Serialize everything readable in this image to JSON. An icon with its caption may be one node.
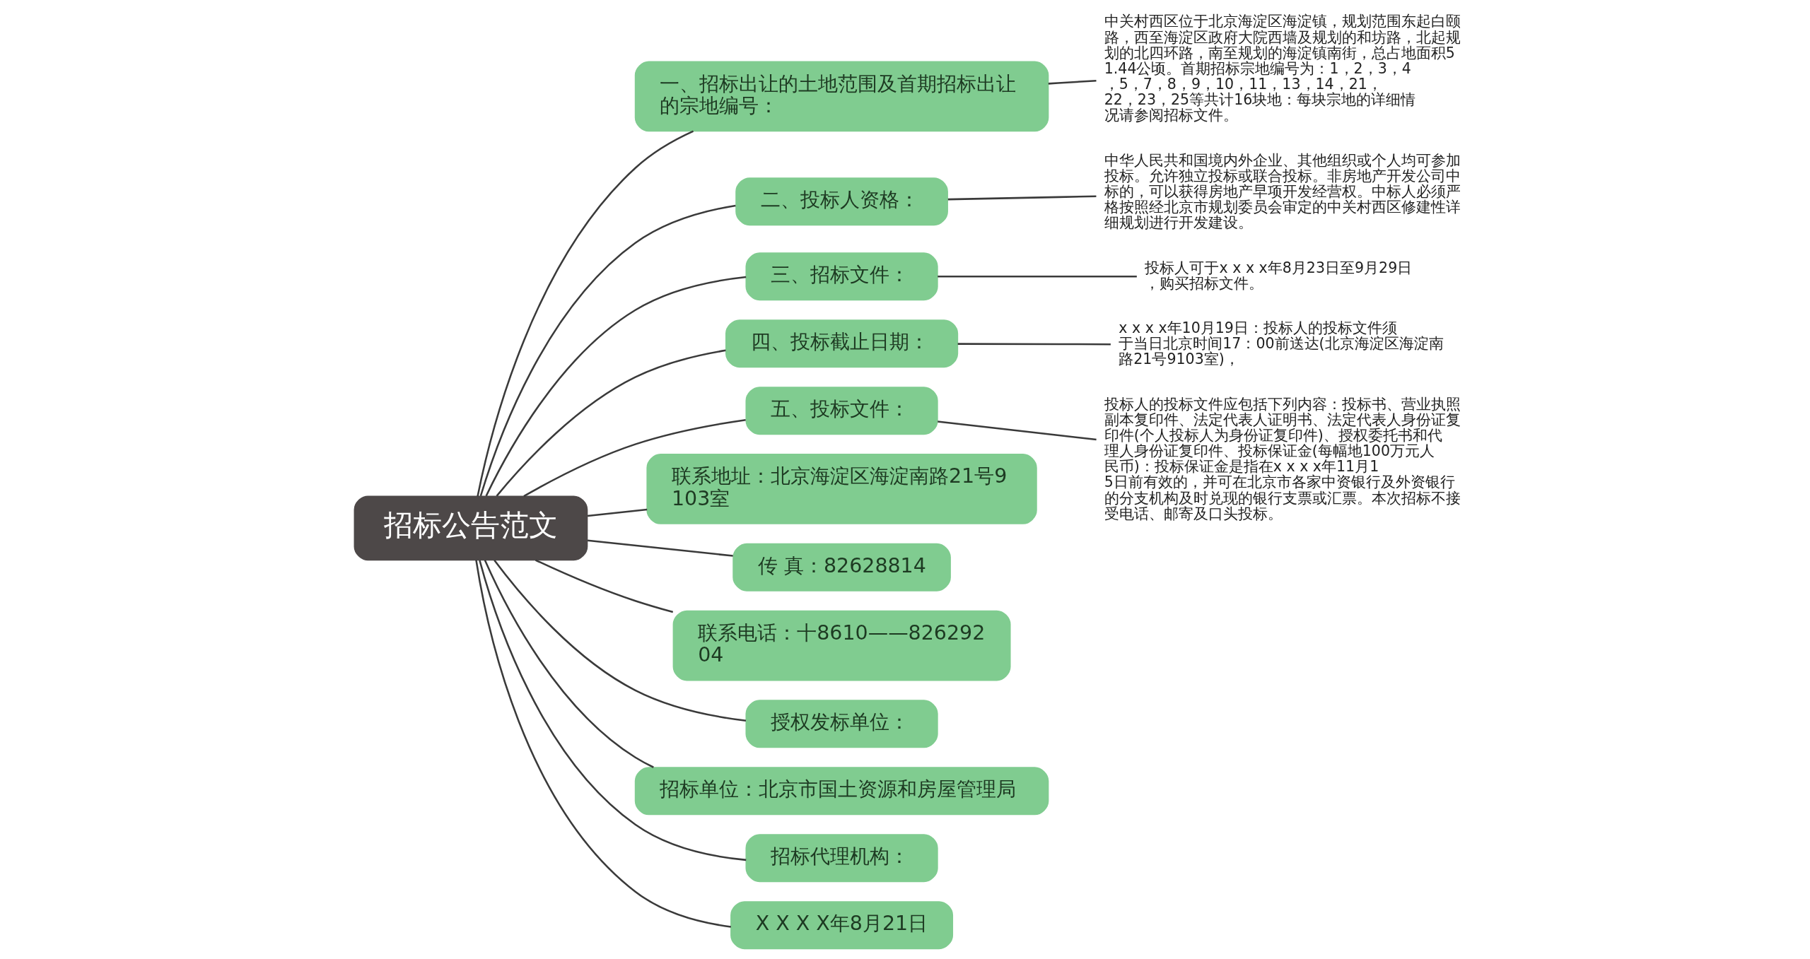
{
  "diagram": {
    "nodes": [
      {
        "text": [
          "招标公告范文"
        ]
      },
      {
        "text": [
          "一、招标出让的土地范围及首期招标出让的宗地编号："
        ]
      },
      {
        "text": [
          "中关村西区位于北京海淀区海淀镇，规划范围东起白颐路，西至海淀区政府大院西墙及规划的和坊路，北起规划的北四环路，南至规划的海淀镇南街，总占地面积51.44公顷。首期招标宗地编号为：1，2，3，4，5，7，8，9，10，11，13，14，21，22，23，25等共计16块地：每块宗地的详细情况请参阅招标文件。"
        ]
      },
      {
        "text": [
          "二、投标人资格："
        ]
      },
      {
        "text": [
          "中华人民共和国境内外企业、其他组织或个人均可参加投标。允许独立投标或联合投标。非房地产开发公司中标的，可以获得房地产早项开发经营权。中标人必须严格按照经北京市规划委员会审定的中关村西区修建性详细规划进行开发建设。"
        ]
      },
      {
        "text": [
          "三、招标文件："
        ]
      },
      {
        "text": [
          "投标人可于x x x x年8月23日至9月29日，购买招标文件。"
        ]
      },
      {
        "text": [
          "四、投标截止日期："
        ]
      },
      {
        "text": [
          "x x x x年10月19日：投标人的投标文件须于当日北京时间17：00前送达(北京海淀区海淀南路21号9103室)，"
        ]
      },
      {
        "text": [
          "五、投标文件："
        ]
      },
      {
        "text": [
          "投标人的投标文件应包括下列内容：投标书、营业执照副本复印件、法定代表人证明书、法定代表人身份证复印件(个人投标人为身份证复印件)、授权委托书和代理人身份证复印件、投标保证金(每幅地100万元人民币)：投标保证金是指在x x x x年11月15日前有效的，并可在北京市各家中资银行及外资银行的分支机构及时兑现的银行支票或汇票。本次招标不接受电话、邮寄及口头投标。"
        ]
      },
      {
        "text": [
          "联系地址：北京海淀区海淀南路21号9103室"
        ]
      },
      {
        "text": [
          "传 真：82628814"
        ]
      },
      {
        "text": [
          "联系电话：十8610——82629204"
        ]
      },
      {
        "text": [
          "授权发标单位："
        ]
      },
      {
        "text": [
          "招标单位：北京市国土资源和房屋管理局"
        ]
      },
      {
        "text": [
          "招标代理机构："
        ]
      },
      {
        "text": [
          "X X X X年8月21日"
        ]
      }
    ],
    "edges": [
      {
        "from": 0,
        "to": 1,
        "arrow": "none"
      },
      {
        "from": 1,
        "to": 2,
        "arrow": "none"
      },
      {
        "from": 0,
        "to": 3,
        "arrow": "none"
      },
      {
        "from": 3,
        "to": 4,
        "arrow": "none"
      },
      {
        "from": 0,
        "to": 5,
        "arrow": "none"
      },
      {
        "from": 5,
        "to": 6,
        "arrow": "none"
      },
      {
        "from": 0,
        "to": 7,
        "arrow": "none"
      },
      {
        "from": 7,
        "to": 8,
        "arrow": "none"
      },
      {
        "from": 0,
        "to": 9,
        "arrow": "none"
      },
      {
        "from": 9,
        "to": 10,
        "arrow": "none"
      },
      {
        "from": 0,
        "to": 11,
        "arrow": "none"
      },
      {
        "from": 0,
        "to": 12,
        "arrow": "none"
      },
      {
        "from": 0,
        "to": 13,
        "arrow": "none"
      },
      {
        "from": 0,
        "to": 14,
        "arrow": "none"
      },
      {
        "from": 0,
        "to": 15,
        "arrow": "none"
      },
      {
        "from": 0,
        "to": 16,
        "arrow": "none"
      },
      {
        "from": 0,
        "to": 17,
        "arrow": "none"
      }
    ]
  }
}
